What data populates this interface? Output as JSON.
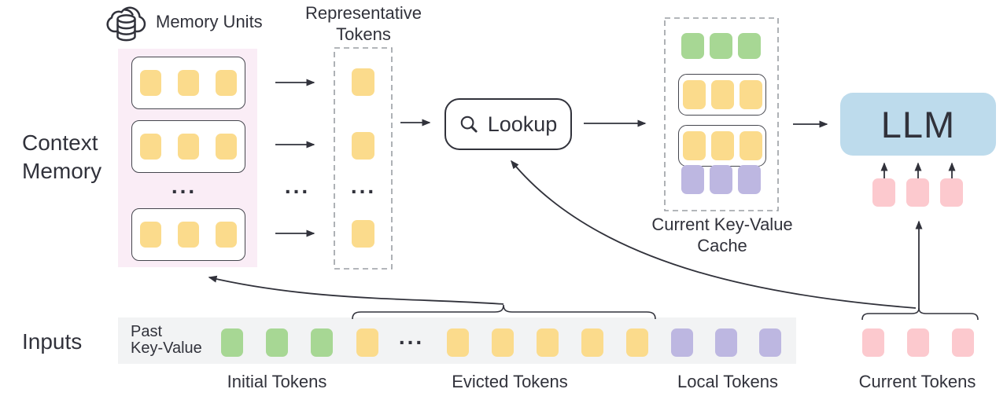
{
  "colors": {
    "ink": "#31323B",
    "dash": "#9A9EA3",
    "unit_border": "#45464E",
    "yellow": "#FBDB8C",
    "green": "#A7D794",
    "purple": "#BDB7E1",
    "pink": "#FCC9CE",
    "blue": "#BDDBEC",
    "memory_bg": "#FAEDF6",
    "strip_bg": "#F2F3F4"
  },
  "labels": {
    "memory_units": "Memory Units",
    "representative": {
      "line1": "Representative",
      "line2": "Tokens"
    },
    "context": {
      "line1": "Context",
      "line2": "Memory"
    },
    "lookup": "Lookup",
    "cache": {
      "line1": "Current Key-Value",
      "line2": "Cache"
    },
    "llm": "LLM",
    "inputs": "Inputs",
    "past": {
      "line1": "Past",
      "line2": "Key-Value"
    },
    "captions": {
      "initial": "Initial Tokens",
      "evicted": "Evicted Tokens",
      "local": "Local Tokens",
      "current": "Current Tokens"
    },
    "ellipsis": "..."
  },
  "tokens": {
    "memory_unit": {
      "color": "yellow",
      "count": 3,
      "name": "memory-token"
    },
    "representative": {
      "color": "yellow",
      "count": 1,
      "name": "representative-token"
    },
    "cache_initial": {
      "color": "green",
      "count": 3,
      "name": "cache-initial-token"
    },
    "cache_unit": {
      "color": "yellow",
      "count": 3,
      "name": "cache-evicted-token"
    },
    "cache_local": {
      "color": "purple",
      "count": 3,
      "name": "cache-local-token"
    },
    "llm_input": {
      "color": "pink",
      "count": 3,
      "name": "llm-input-token"
    },
    "initial": {
      "color": "green",
      "count": 3,
      "name": "initial-token"
    },
    "evicted_head": {
      "color": "yellow",
      "count": 1,
      "name": "evicted-token"
    },
    "evicted_tail": {
      "color": "yellow",
      "count": 5,
      "name": "evicted-token"
    },
    "local": {
      "color": "purple",
      "count": 3,
      "name": "local-token"
    },
    "current": {
      "color": "pink",
      "count": 3,
      "name": "current-token"
    }
  }
}
